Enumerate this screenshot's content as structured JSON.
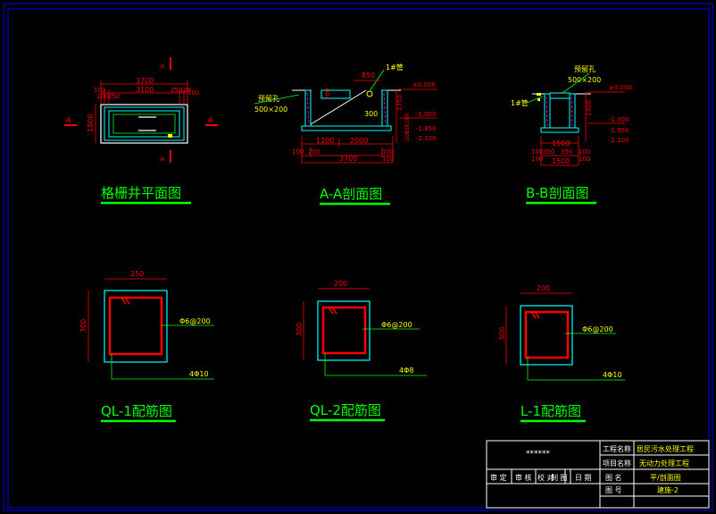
{
  "titles": {
    "plan": "格栅井平面图",
    "aa": "A-A剖面图",
    "bb": "B-B剖面图",
    "ql1": "QL-1配筋图",
    "ql2": "QL-2配筋图",
    "l1": "L-1配筋图"
  },
  "plan": {
    "section_mark": "A",
    "section_mark_b": "B",
    "dims_top_total": "3700",
    "dims_top_inner": "3100",
    "dims_top_parts": [
      "100",
      "100",
      "250",
      "250",
      "100",
      "100"
    ],
    "dim_side": "1800"
  },
  "aa": {
    "pipe_label": "1#管",
    "opening_label": "预留孔",
    "opening_size": "500×200",
    "dim_850": "850",
    "dim_200": "200",
    "dim_300": "300",
    "dim_1750": "1750",
    "dim_1200": "1200",
    "dim_2000": "2000",
    "dim_total": "3700",
    "bottom_parts": [
      "100",
      "250",
      "100",
      "100"
    ],
    "elev_top": "±0.000",
    "elev_pipe": "-1.000",
    "elev_bottom": "-1.950",
    "elev_base": "-2.100",
    "right_dims": [
      "100",
      "200",
      "100"
    ]
  },
  "bb": {
    "opening_label": "预留孔",
    "opening_size": "500×200",
    "pipe_label": "1#管",
    "elev_top": "±0.000",
    "elev_pipe": "-1.000",
    "elev_bottom": "-1.950",
    "elev_base": "-2.100",
    "dim_1300": "1300",
    "dim_1500a": "1500",
    "dim_1500b": "1500",
    "bottom_parts": [
      "100",
      "350",
      "350",
      "100"
    ],
    "bottom_edge": [
      "100",
      "100"
    ]
  },
  "ql1": {
    "width": "250",
    "height": "300",
    "stirrup": "Φ6@200",
    "main": "4Φ10"
  },
  "ql2": {
    "width": "200",
    "height": "300",
    "stirrup": "Φ6@200",
    "main": "4Φ8"
  },
  "l1": {
    "width": "200",
    "height": "300",
    "stirrup": "Φ6@200",
    "main": "4Φ10"
  },
  "titleblock": {
    "stars": "******",
    "labels": [
      "工程名称",
      "项目名称",
      "图 名",
      "图 号"
    ],
    "values": [
      "居民污水处理工程",
      "无动力处理工程",
      "平/剖面图",
      "建施-2"
    ],
    "signoff": [
      "审 定",
      "审 核",
      "校 对",
      "制 图",
      "日 期"
    ]
  },
  "colors": {
    "background": "#000000",
    "frame": "#0000ff",
    "outline": "#00ffff",
    "rebar": "#ff0000",
    "dimension": "#ff0000",
    "leader": "#00ff00",
    "text_yellow": "#ffff00",
    "title": "#00ff00",
    "text_white": "#ffffff"
  }
}
